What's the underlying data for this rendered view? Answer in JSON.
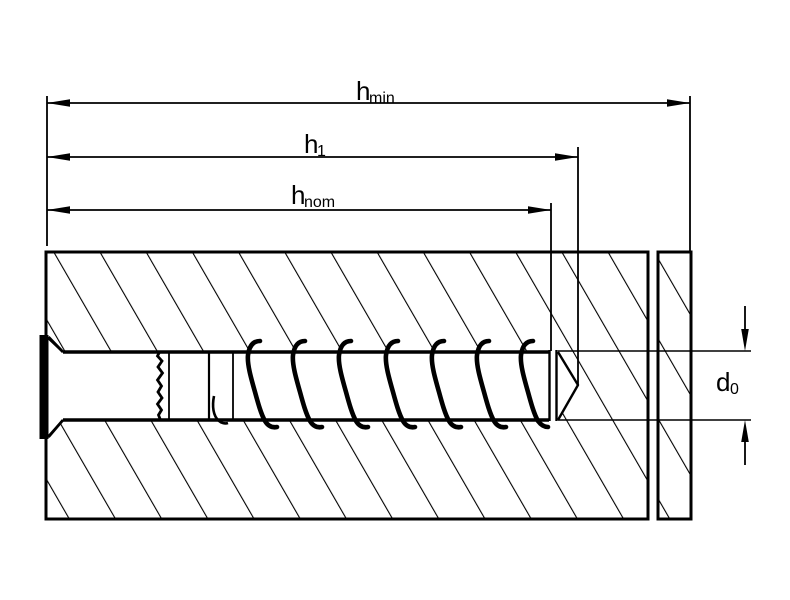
{
  "drawing": {
    "title": "anchor-embedment-dimension-drawing",
    "background": "#ffffff",
    "line_color": "#000000",
    "labels": {
      "h_min": {
        "base": "h",
        "sub": "min"
      },
      "h_1": {
        "base": "h",
        "sub": "1"
      },
      "h_nom": {
        "base": "h",
        "sub": "nom"
      },
      "d_0": {
        "base": "d",
        "sub": "0"
      }
    }
  }
}
